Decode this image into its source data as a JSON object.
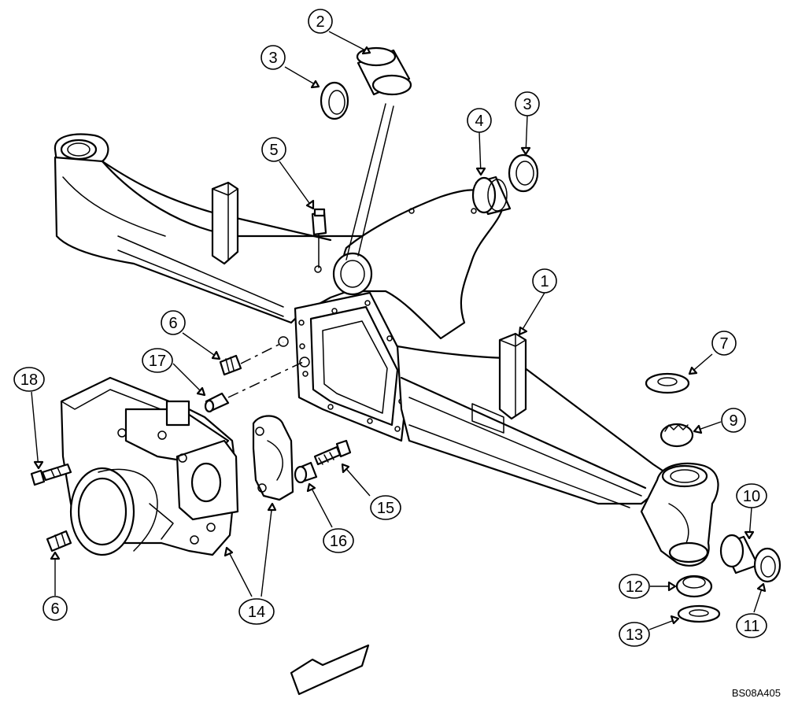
{
  "figure_code": "BS08A405",
  "callouts": [
    {
      "id": "c1",
      "label": "1"
    },
    {
      "id": "c2",
      "label": "2"
    },
    {
      "id": "c3a",
      "label": "3"
    },
    {
      "id": "c3b",
      "label": "3"
    },
    {
      "id": "c4",
      "label": "4"
    },
    {
      "id": "c5",
      "label": "5"
    },
    {
      "id": "c6a",
      "label": "6"
    },
    {
      "id": "c6b",
      "label": "6"
    },
    {
      "id": "c7",
      "label": "7"
    },
    {
      "id": "c9",
      "label": "9"
    },
    {
      "id": "c10",
      "label": "10"
    },
    {
      "id": "c11",
      "label": "11"
    },
    {
      "id": "c12",
      "label": "12"
    },
    {
      "id": "c13",
      "label": "13"
    },
    {
      "id": "c14",
      "label": "14"
    },
    {
      "id": "c15",
      "label": "15"
    },
    {
      "id": "c16",
      "label": "16"
    },
    {
      "id": "c17",
      "label": "17"
    },
    {
      "id": "c18",
      "label": "18"
    }
  ]
}
